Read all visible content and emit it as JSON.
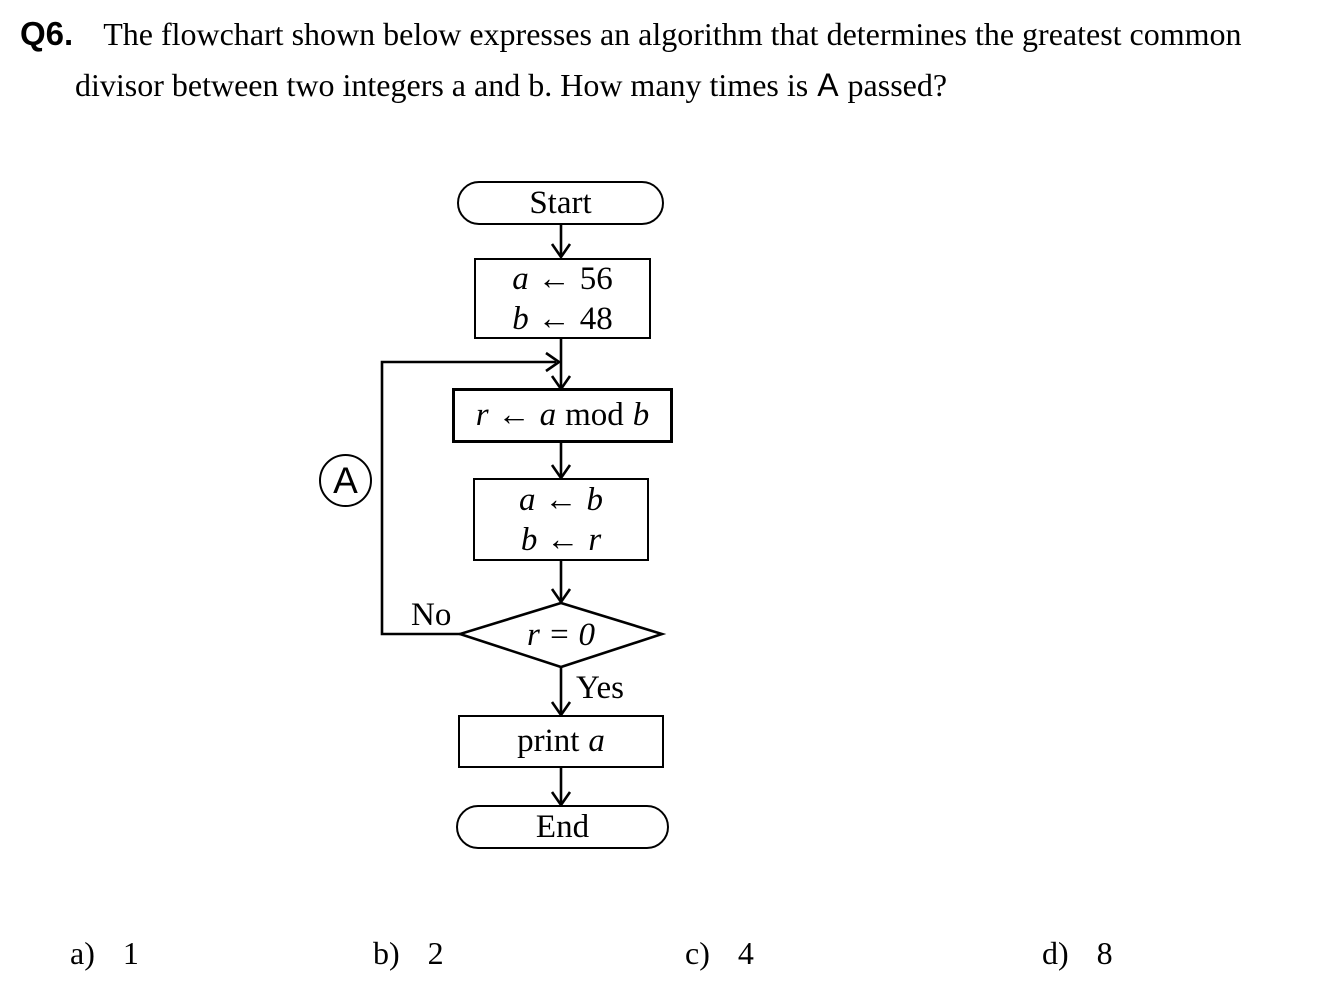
{
  "page": {
    "background": "#ffffff",
    "text_color": "#000000",
    "line_color": "#000000"
  },
  "question": {
    "number": "Q6.",
    "line1": "The flowchart shown below expresses an algorithm that determines the greatest common",
    "line2_prefix": "divisor between two integers a and b. How many times is",
    "line2_highlight": "A",
    "line2_suffix": "passed?"
  },
  "flowchart": {
    "start_label": "Start",
    "init": {
      "var1": "a",
      "arrow1": "←",
      "val1": "56",
      "var2": "b",
      "arrow2": "←",
      "val2": "48"
    },
    "mod": {
      "r": "r",
      "arrow": "←",
      "a": "a",
      "op": "mod",
      "b": "b"
    },
    "swap": {
      "var1": "a",
      "arrow1": "←",
      "val1": "b",
      "var2": "b",
      "arrow2": "←",
      "val2": "r"
    },
    "decision_label": "r = 0",
    "branch_no": "No",
    "branch_yes": "Yes",
    "print": {
      "label": "print",
      "var": "a"
    },
    "end_label": "End",
    "connector_label": "A"
  },
  "answers": [
    {
      "key": "a)",
      "value": "1"
    },
    {
      "key": "b)",
      "value": "2"
    },
    {
      "key": "c)",
      "value": "4"
    },
    {
      "key": "d)",
      "value": "8"
    }
  ]
}
